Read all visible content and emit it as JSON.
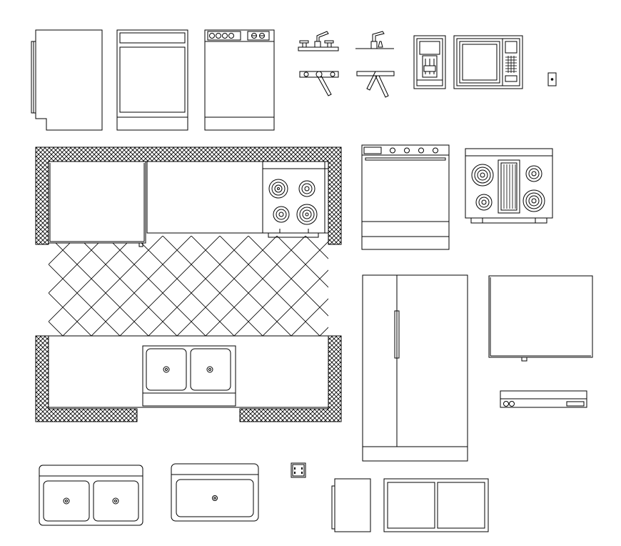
{
  "drawing": {
    "background": "#ffffff",
    "line_color": "#000000",
    "symbols": [
      "refrigerator-side-view",
      "dishwasher-front-view",
      "range-front-view",
      "faucet-elevation",
      "faucet-plan",
      "single-faucet-elevation",
      "single-faucet-plan",
      "water-dispenser",
      "microwave",
      "electrical-outlet",
      "kitchen-plan-layout",
      "range-front-elevation",
      "cooktop-with-grill",
      "side-by-side-refrigerator",
      "wall-oven-plan",
      "range-hood",
      "double-sink",
      "single-sink",
      "duplex-outlet",
      "side-cabinet",
      "double-window"
    ]
  }
}
